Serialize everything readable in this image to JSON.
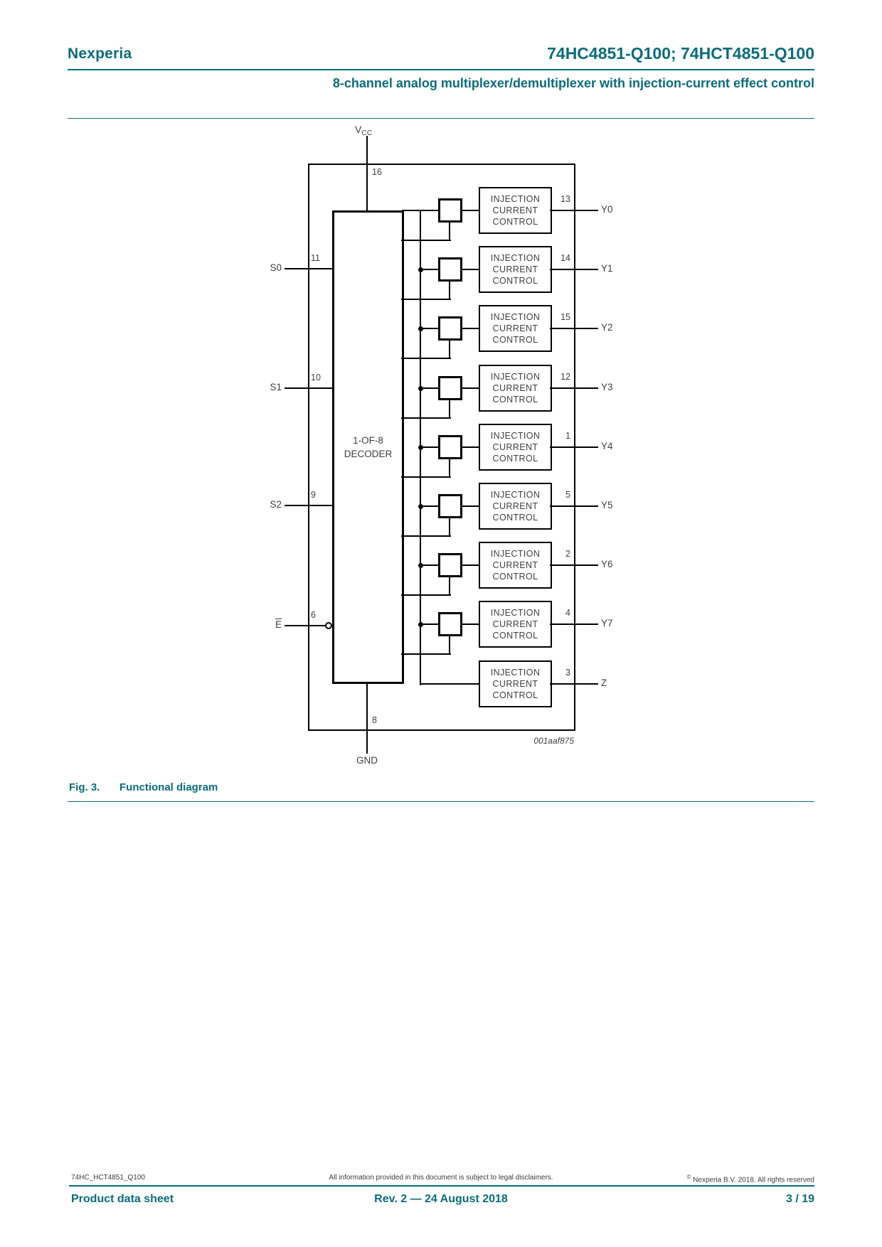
{
  "header": {
    "brand": "Nexperia",
    "part": "74HC4851-Q100; 74HCT4851-Q100",
    "subtitle": "8-channel analog multiplexer/demultiplexer with injection-current effect control"
  },
  "diagram": {
    "vcc_main": "V",
    "vcc_sub": "CC",
    "vcc_pin": "16",
    "gnd_label": "GND",
    "gnd_pin": "8",
    "decoder_line1": "1-OF-8",
    "decoder_line2": "DECODER",
    "icc": [
      "INJECTION",
      "CURRENT",
      "CONTROL"
    ],
    "figure_id": "001aaf875",
    "inputs": [
      {
        "label": "S0",
        "pin": "11"
      },
      {
        "label": "S1",
        "pin": "10"
      },
      {
        "label": "S2",
        "pin": "9"
      },
      {
        "label": "E",
        "pin": "6"
      }
    ],
    "rows": [
      {
        "pin": "13",
        "label": "Y0"
      },
      {
        "pin": "14",
        "label": "Y1"
      },
      {
        "pin": "15",
        "label": "Y2"
      },
      {
        "pin": "12",
        "label": "Y3"
      },
      {
        "pin": "1",
        "label": "Y4"
      },
      {
        "pin": "5",
        "label": "Y5"
      },
      {
        "pin": "2",
        "label": "Y6"
      },
      {
        "pin": "4",
        "label": "Y7"
      },
      {
        "pin": "3",
        "label": "Z"
      }
    ]
  },
  "caption": {
    "fig": "Fig. 3.",
    "text": "Functional diagram"
  },
  "footer": {
    "doc_id": "74HC_HCT4851_Q100",
    "disclaimer": "All information provided in this document is subject to legal disclaimers.",
    "copyright_sym": "©",
    "copyright_text": "Nexperia B.V. 2018. All rights reserved",
    "type": "Product data sheet",
    "revision": "Rev. 2 — 24 August 2018",
    "page": "3 / 19"
  },
  "colors": {
    "accent_teal": "#0b6c7b",
    "line_black": "#000000"
  }
}
